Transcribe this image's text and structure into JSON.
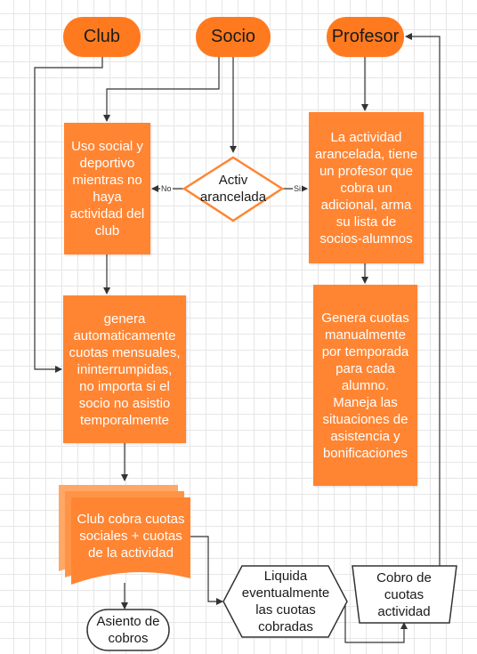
{
  "terminals": {
    "club": "Club",
    "socio": "Socio",
    "profesor": "Profesor"
  },
  "processes": {
    "uso_social": "Uso social y deportivo mientras no haya actividad del club",
    "genera_automaticamente": "genera automaticamente cuotas mensuales, ininterrumpidas, no importa si el socio no asistio temporalmente",
    "actividad_arancelada": "La actividad arancelada, tiene un profesor que cobra un adicional, arma su lista de socios-alumnos",
    "genera_manualmente": "Genera cuotas manualmente por temporada para cada alumno. Maneja las situaciones de asistencia  y bonificaciones"
  },
  "decision": {
    "text": "Activ arancelada",
    "no_label": "No",
    "si_label": "Si"
  },
  "documents": {
    "club_cobra": "Club cobra cuotas sociales + cuotas de la actividad"
  },
  "end": {
    "asiento": "Asiento de cobros"
  },
  "hexagon": {
    "liquida": "Liquida eventualmente las cuotas cobradas"
  },
  "manual_op": {
    "cobro": "Cobro de cuotas actividad"
  },
  "colors": {
    "orange_fill": "#ff8533",
    "terminal_fill": "#ff7a1f",
    "line": "#333333"
  }
}
